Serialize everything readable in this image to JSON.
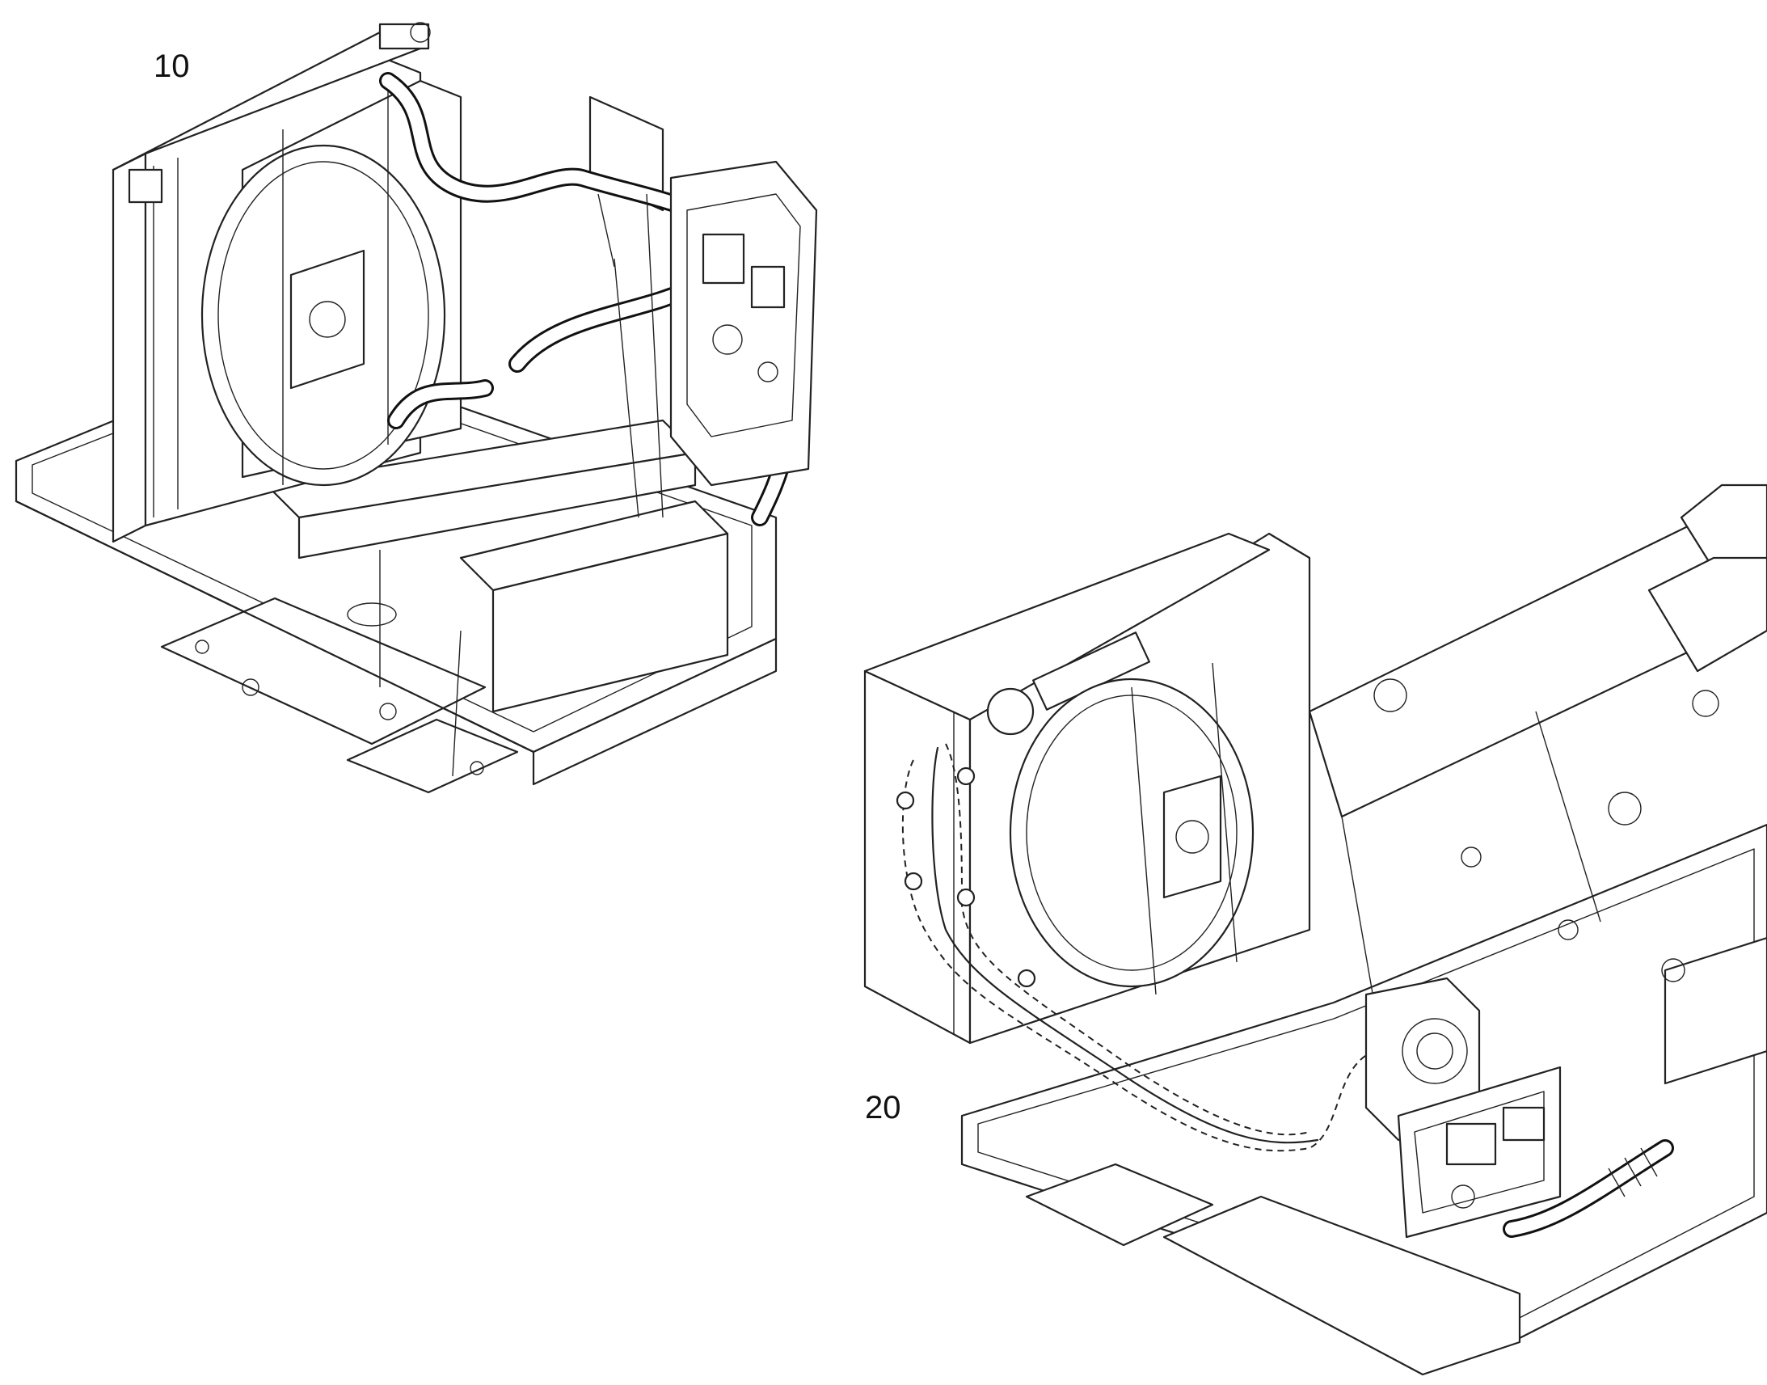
{
  "callouts": [
    {
      "id": "10",
      "label": "10"
    },
    {
      "id": "20",
      "label": "20"
    }
  ]
}
